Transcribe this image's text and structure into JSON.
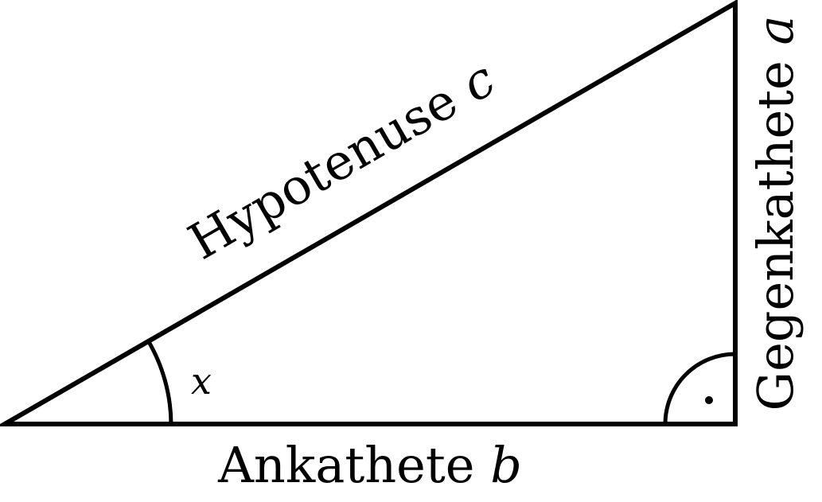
{
  "diagram": {
    "hypotenuse": {
      "text": "Hypotenuse",
      "var": "c"
    },
    "adjacent": {
      "text": "Ankathete",
      "var": "b"
    },
    "opposite": {
      "text": "Gegenkathete",
      "var": "a"
    },
    "angle": {
      "var": "x"
    }
  },
  "style": {
    "stroke_color": "#000000",
    "background": "#ffffff"
  }
}
